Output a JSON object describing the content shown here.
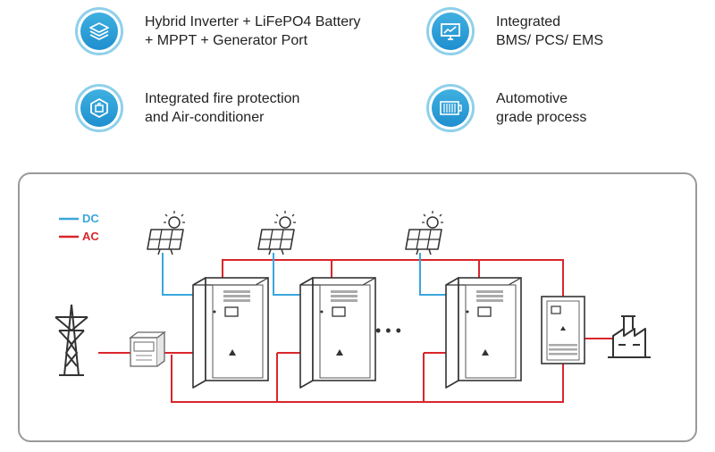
{
  "features": [
    {
      "icon": "layers-icon",
      "lines": [
        "Hybrid Inverter + LiFePO4 Battery",
        "+ MPPT + Generator Port"
      ]
    },
    {
      "icon": "monitor-chart-icon",
      "lines": [
        "Integrated",
        "BMS/ PCS/ EMS"
      ]
    },
    {
      "icon": "fire-protection-icon",
      "lines": [
        "Integrated fire protection",
        "and Air-conditioner"
      ]
    },
    {
      "icon": "battery-module-icon",
      "lines": [
        "Automotive",
        "grade process"
      ]
    }
  ],
  "legend": {
    "dc_label": "DC",
    "ac_label": "AC",
    "dc_color": "#3aa7dc",
    "ac_color": "#d9262b"
  },
  "colors": {
    "accent": "#2a9fd8",
    "ac_line": "#d9262b",
    "dc_line": "#3aa7dc",
    "outline": "#333333",
    "panel_border": "#9a9a9a"
  },
  "ellipsis": "• • •"
}
